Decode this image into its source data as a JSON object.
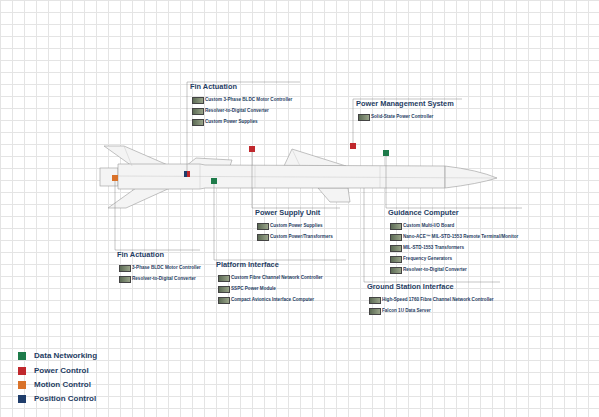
{
  "diagram": {
    "nodes": [
      {
        "text": [
          "Fin Actuation",
          "Custom 3-Phase BLDC Motor Controller",
          "Resolver-to-Digital Converter",
          "Custom Power Supplies"
        ]
      },
      {
        "text": [
          "Power Management System",
          "Solid-State Power Controller"
        ]
      },
      {
        "text": [
          "Power Supply Unit",
          "Custom Power Supplies",
          "Custom Power/Transformers"
        ]
      },
      {
        "text": [
          "Guidance Computer",
          "Custom Multi-I/O Board",
          "Nano-ACE™ MIL-STD-1553 Remote Terminal/Monitor",
          "MIL-STD-1553 Transformers",
          "Frequency Generators",
          "Resolver-to-Digital Converter"
        ]
      },
      {
        "text": [
          "Fin Actuation",
          "3-Phase BLDC Motor Controller",
          "Resolver-to-Digital Converter"
        ]
      },
      {
        "text": [
          "Platform Interface",
          "Custom Fibre Channel Network Controller",
          "SSPC Power Module",
          "Compact Avionics Interface Computer"
        ]
      },
      {
        "text": [
          "Ground Station Interface",
          "High-Speed 1760 Fibre Channel Network Controller",
          "Falcon 1U Data Server"
        ]
      }
    ],
    "legend": [
      {
        "text": "Data Networking",
        "color": "#1e7b4a"
      },
      {
        "text": "Power Control",
        "color": "#c0282d"
      },
      {
        "text": "Motion Control",
        "color": "#d9722a"
      },
      {
        "text": "Position Control",
        "color": "#1f3d6b"
      }
    ]
  }
}
